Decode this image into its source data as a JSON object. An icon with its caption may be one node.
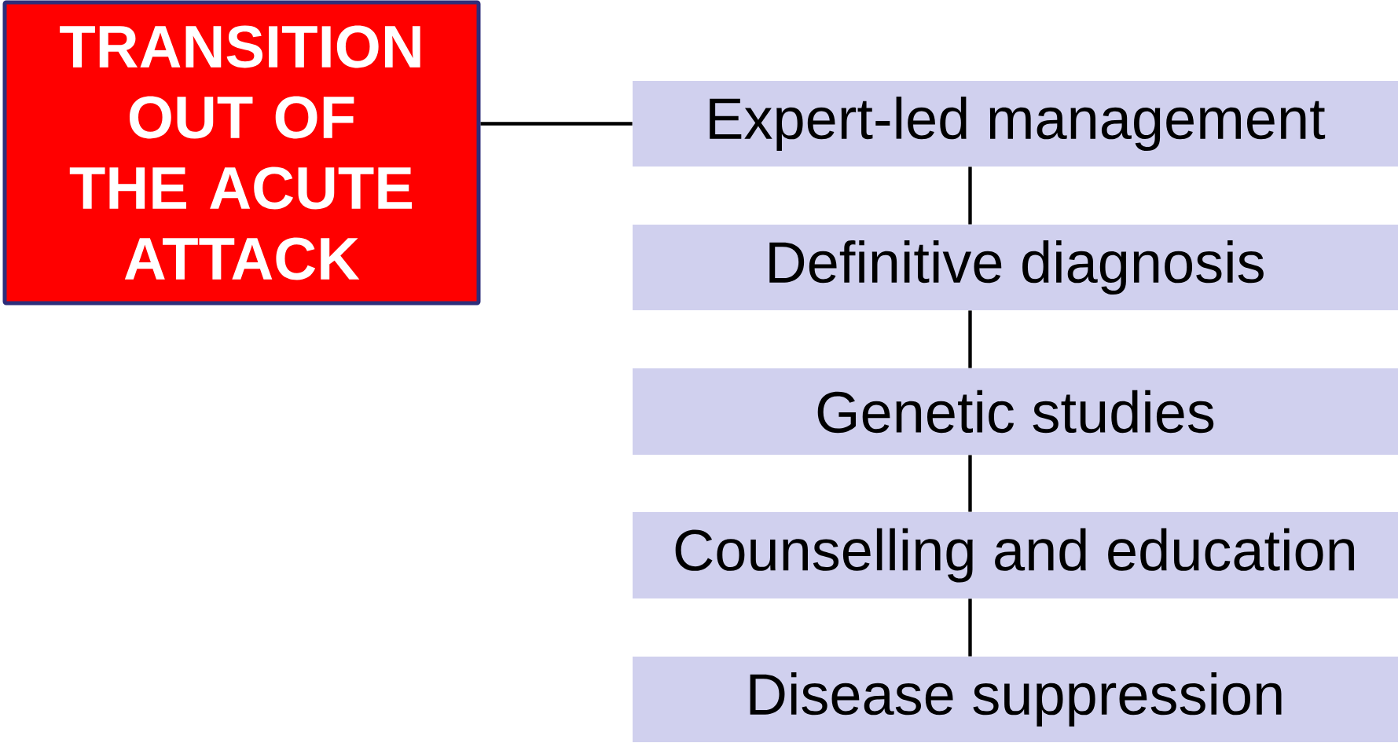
{
  "diagram": {
    "nodes": [
      {
        "text": [
          "TRANSITION OUT OF THE ACUTE ATTACK"
        ]
      },
      {
        "text": [
          "Expert-led management"
        ]
      },
      {
        "text": [
          "Definitive diagnosis"
        ]
      },
      {
        "text": [
          "Genetic studies"
        ]
      },
      {
        "text": [
          "Counselling and education"
        ]
      },
      {
        "text": [
          "Disease suppression"
        ]
      }
    ],
    "edges": [
      {
        "from": 0,
        "to": 1,
        "arrow": "none"
      },
      {
        "from": 1,
        "to": 2,
        "arrow": "none"
      },
      {
        "from": 2,
        "to": 3,
        "arrow": "none"
      },
      {
        "from": 3,
        "to": 4,
        "arrow": "none"
      },
      {
        "from": 4,
        "to": 5,
        "arrow": "none"
      }
    ]
  }
}
